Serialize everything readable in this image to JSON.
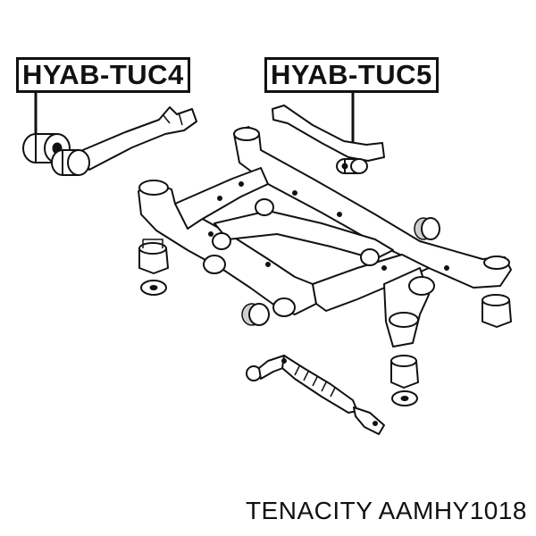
{
  "labels": {
    "left": "HYAB-TUC4",
    "right": "HYAB-TUC5"
  },
  "footer": {
    "text": "TENACITY AAMHY1018"
  },
  "colors": {
    "ink": "#111111",
    "background": "#ffffff",
    "bushing_shade": "#cfcfcf"
  }
}
